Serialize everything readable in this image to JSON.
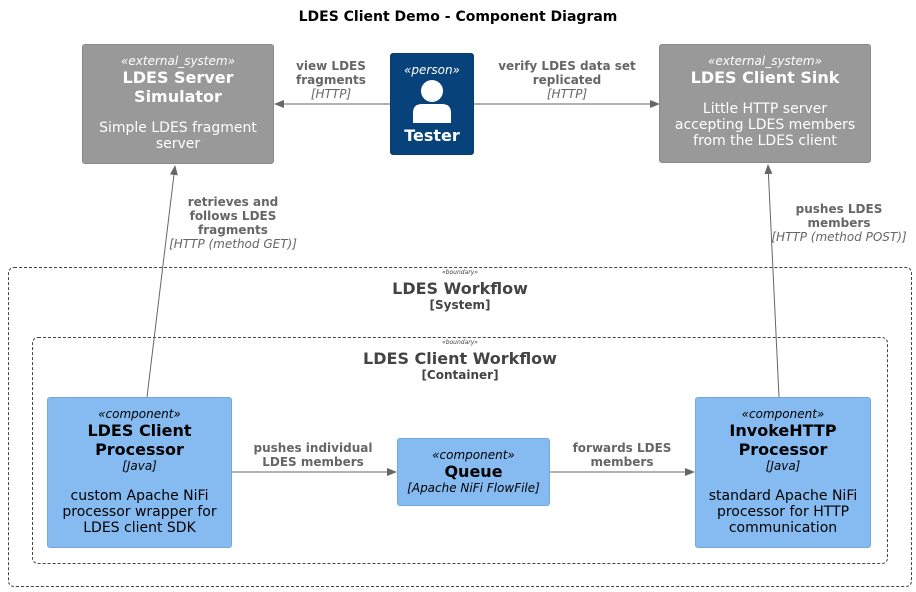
{
  "title": "LDES Client Demo - Component Diagram",
  "boundaries": {
    "system": {
      "tag": "«boundary»",
      "name": "LDES Workflow",
      "type": "[System]"
    },
    "container": {
      "tag": "«boundary»",
      "name": "LDES Client Workflow",
      "type": "[Container]"
    }
  },
  "nodes": {
    "server": {
      "stereotype": "«external_system»",
      "name_line1": "LDES Server",
      "name_line2": "Simulator",
      "desc_line1": "Simple LDES fragment",
      "desc_line2": "server"
    },
    "tester": {
      "stereotype": "«person»",
      "icon": "person-icon",
      "name": "Tester"
    },
    "sink": {
      "stereotype": "«external_system»",
      "name": "LDES Client Sink",
      "desc_line1": "Little HTTP server",
      "desc_line2": "accepting LDES members",
      "desc_line3": "from the LDES client"
    },
    "client_processor": {
      "stereotype": "«component»",
      "name_line1": "LDES Client",
      "name_line2": "Processor",
      "tech": "[Java]",
      "desc_line1": "custom Apache NiFi",
      "desc_line2": "processor wrapper for",
      "desc_line3": "LDES client SDK"
    },
    "queue": {
      "stereotype": "«component»",
      "name": "Queue",
      "tech": "[Apache NiFi FlowFile]"
    },
    "invoke_http": {
      "stereotype": "«component»",
      "name_line1": "InvokeHTTP",
      "name_line2": "Processor",
      "tech": "[Java]",
      "desc_line1": "standard Apache NiFi",
      "desc_line2": "processor for HTTP",
      "desc_line3": "communication"
    }
  },
  "relations": {
    "view_fragments": {
      "line1": "view LDES",
      "line2": "fragments",
      "protocol": "[HTTP]"
    },
    "verify_replicated": {
      "line1": "verify LDES data set",
      "line2": "replicated",
      "protocol": "[HTTP]"
    },
    "retrieves": {
      "line1": "retrieves and",
      "line2": "follows LDES",
      "line3": "fragments",
      "protocol": "[HTTP (method GET)]"
    },
    "pushes_members": {
      "line1": "pushes LDES",
      "line2": "members",
      "protocol": "[HTTP (method POST)]"
    },
    "pushes_individual": {
      "line1": "pushes individual",
      "line2": "LDES members"
    },
    "forwards": {
      "line1": "forwards LDES",
      "line2": "members"
    }
  },
  "colors": {
    "external_system": "#999999",
    "person": "#08427b",
    "component": "#85bbf0",
    "relation": "#666666",
    "boundary": "#444444"
  }
}
